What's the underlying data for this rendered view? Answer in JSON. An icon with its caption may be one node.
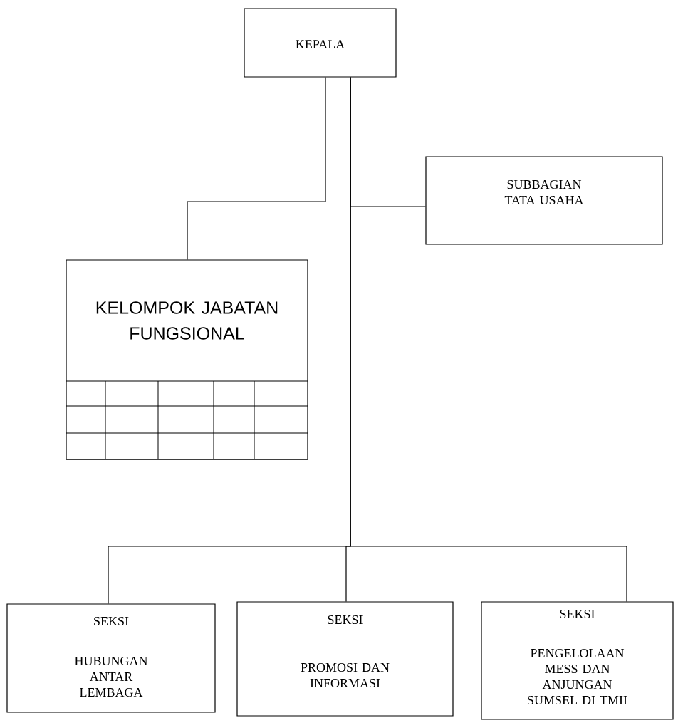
{
  "diagram": {
    "nodes": [
      {
        "text": [
          "KEPALA"
        ]
      },
      {
        "text": [
          "SUBBAGIAN TATA USAHA"
        ]
      },
      {
        "text": [
          "KELOMPOK JABATAN FUNGSIONAL"
        ]
      },
      {
        "text": [
          "SEKSI",
          "HUBUNGAN ANTAR LEMBAGA"
        ]
      },
      {
        "text": [
          "SEKSI",
          "PROMOSI DAN INFORMASI"
        ]
      },
      {
        "text": [
          "SEKSI",
          "PENGELOLAAN MESS DAN ANJUNGAN SUMSEL DI TMII"
        ]
      }
    ],
    "edges": [
      {
        "from": 0,
        "to": 2,
        "arrow": "none"
      },
      {
        "from": 0,
        "to": 1,
        "arrow": "none"
      },
      {
        "from": 0,
        "to": 3,
        "arrow": "none"
      },
      {
        "from": 0,
        "to": 4,
        "arrow": "none"
      },
      {
        "from": 0,
        "to": 5,
        "arrow": "none"
      }
    ]
  }
}
